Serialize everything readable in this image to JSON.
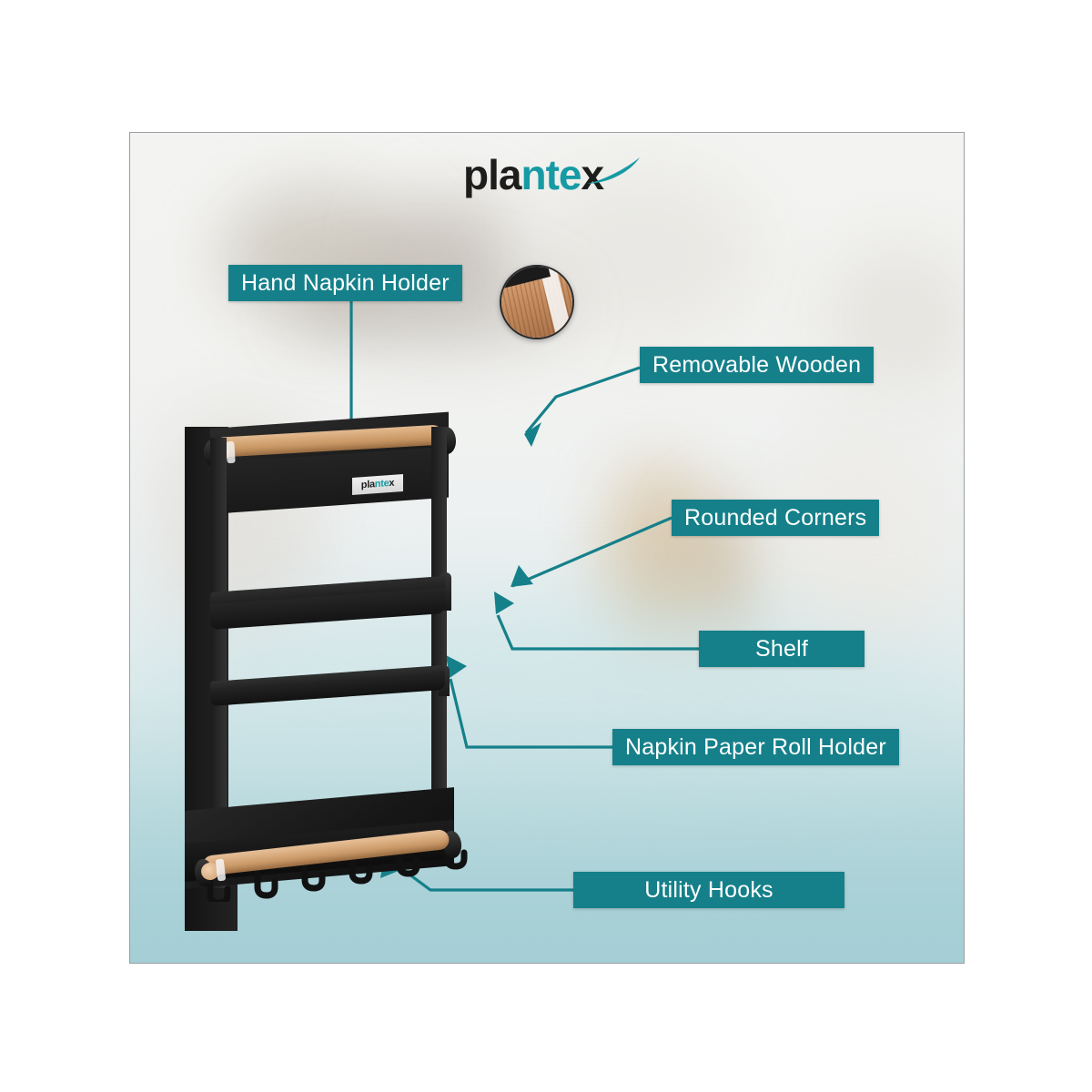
{
  "brand": {
    "name_part_1": "pla",
    "name_part_2": "nte",
    "name_part_3": "x",
    "full_name": "plantex",
    "badge_part_1": "pla",
    "badge_part_2": "nte",
    "badge_part_3": "x"
  },
  "theme": {
    "accent_teal": "#15808A",
    "logo_teal": "#179AA4",
    "label_text": "#FFFFFF",
    "product_black": "#1B1B1B",
    "wood": "#C99867",
    "border_gray": "#9AA0A2",
    "background_top": "#F3F3F1",
    "background_bottom": "#A9D0D6"
  },
  "callouts": [
    {
      "id": "hand-napkin-holder",
      "label": "Hand Napkin Holder"
    },
    {
      "id": "removable-wooden",
      "label": "Removable Wooden"
    },
    {
      "id": "rounded-corners",
      "label": "Rounded Corners"
    },
    {
      "id": "shelf",
      "label": "Shelf"
    },
    {
      "id": "napkin-paper-roll-holder",
      "label": "Napkin Paper Roll Holder"
    },
    {
      "id": "utility-hooks",
      "label": "Utility Hooks"
    }
  ],
  "product": {
    "type": "magnetic-fridge-organizer-rack",
    "finish": "matte-black",
    "hook_count": 6,
    "wooden_rod_count": 2,
    "shelf_count": 1,
    "towel_bar_count": 1
  },
  "magnifier": {
    "target": "wooden-rod-end-grain",
    "shape": "circle"
  }
}
